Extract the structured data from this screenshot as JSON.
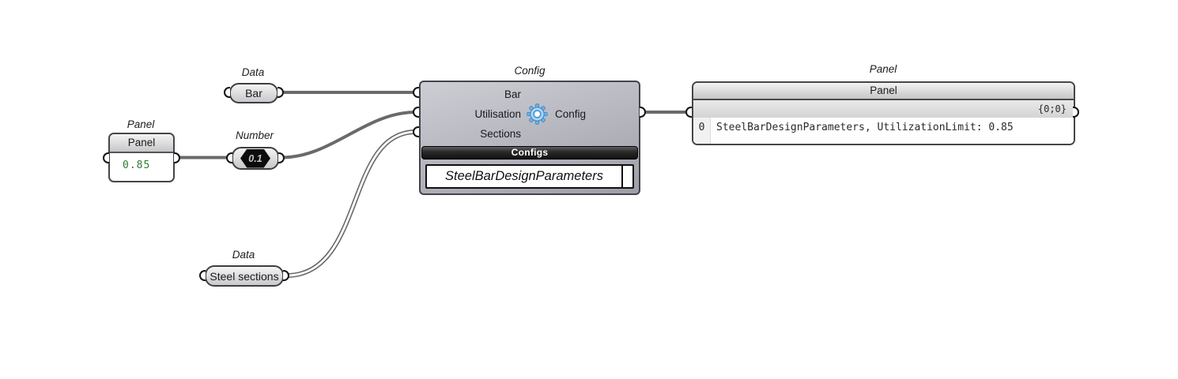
{
  "app": "grasshopper-node-canvas",
  "colors": {
    "canvas_bg": "#ffffff",
    "wire": "#6a6a6a",
    "gear_blue": "#6fb2e4",
    "panel_value_green": "#2e7d32",
    "configs_bar_dark": "#1c1c1c"
  },
  "bar_param": {
    "type_label": "Data",
    "name": "Bar"
  },
  "value_panel": {
    "type_label": "Panel",
    "header": "Panel",
    "value": "0.85"
  },
  "number_param": {
    "type_label": "Number",
    "icon_value": "0.1"
  },
  "sections_param": {
    "type_label": "Data",
    "name": "Steel sections"
  },
  "config": {
    "type_label": "Config",
    "inputs": [
      {
        "label": "Bar"
      },
      {
        "label": "Utilisation"
      },
      {
        "label": "Sections"
      }
    ],
    "output": {
      "label": "Config"
    },
    "button_bar": "Configs",
    "name_field": {
      "value": "SteelBarDesignParameters"
    }
  },
  "output_panel": {
    "type_label": "Panel",
    "header": "Panel",
    "tree_path": "{0;0}",
    "rows": [
      {
        "index": "0",
        "text": "SteelBarDesignParameters, UtilizationLimit: 0.85"
      }
    ]
  }
}
